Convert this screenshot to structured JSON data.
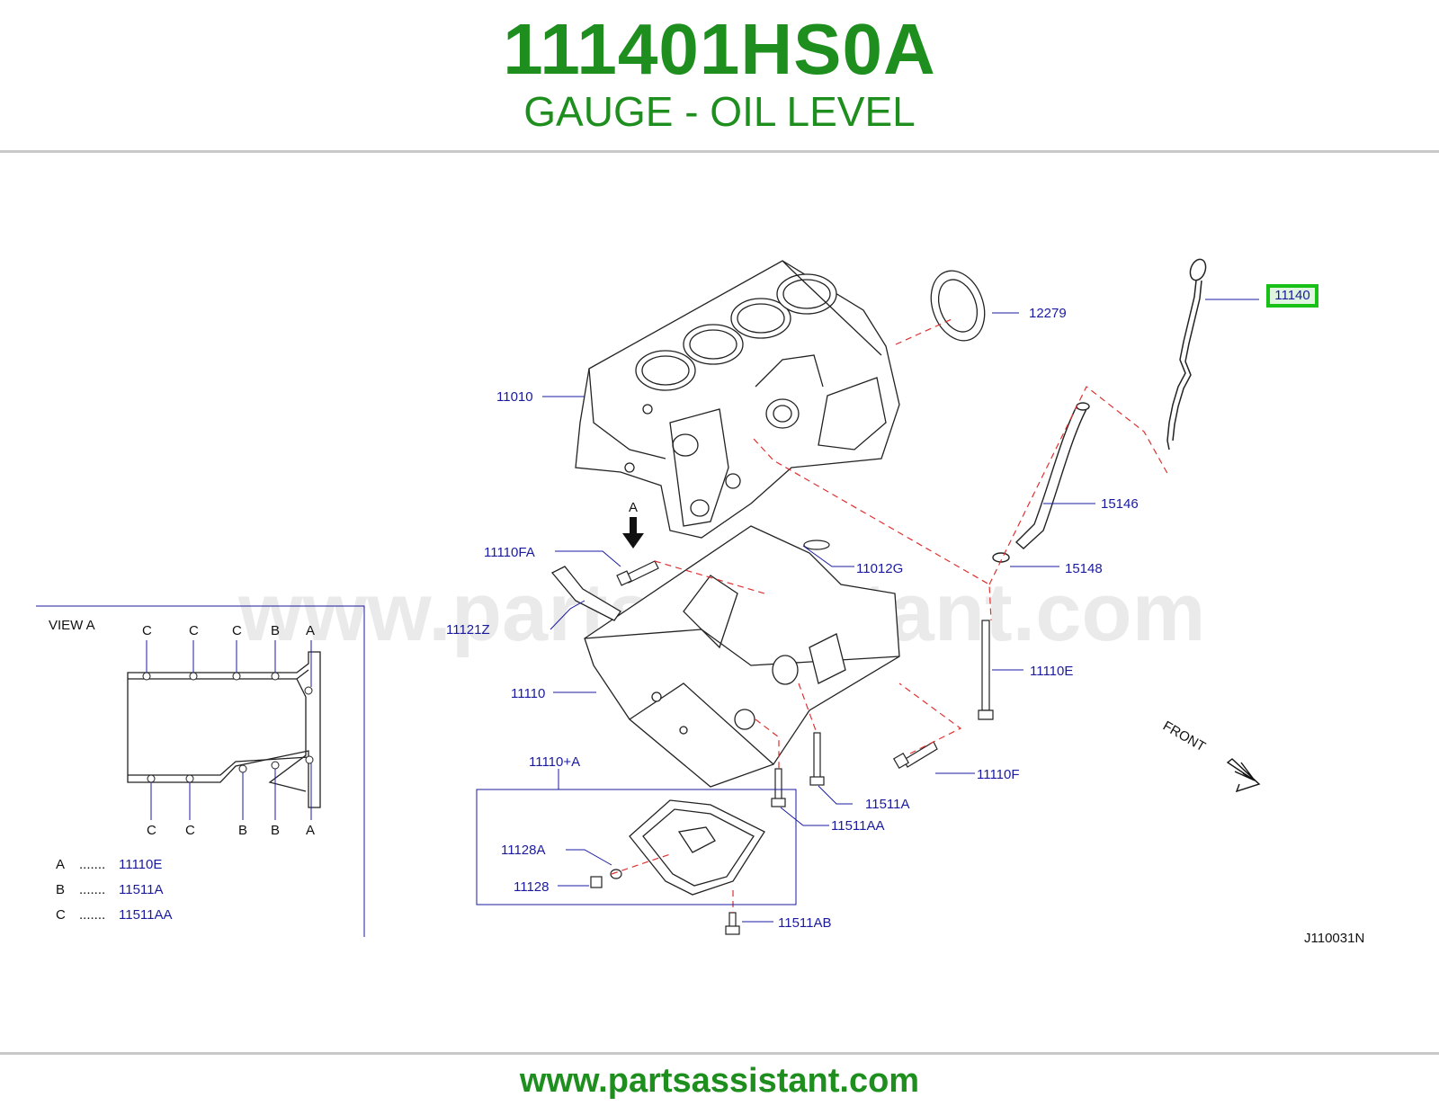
{
  "header": {
    "part_number": "111401HS0A",
    "part_name": "GAUGE - OIL LEVEL"
  },
  "footer": {
    "url": "www.partsassistant.com"
  },
  "watermark": "www.partsassistant.com",
  "diagram": {
    "code": "J110031N",
    "front_label": "FRONT",
    "highlighted_part": "11140",
    "callouts": {
      "c12279": "12279",
      "c11010": "11010",
      "c15146": "15146",
      "c11110FA": "11110FA",
      "c11012G": "11012G",
      "c15148": "15148",
      "c11121Z": "11121Z",
      "c11110E": "11110E",
      "c11110": "11110",
      "c11110F": "11110F",
      "c11110A": "11110+A",
      "c11511A": "11511A",
      "c11511AA": "11511AA",
      "c11128A": "11128A",
      "c11128": "11128",
      "c11511AB": "11511AB",
      "arrowA": "A"
    },
    "view": {
      "title": "VIEW   A",
      "top_letters": [
        "C",
        "C",
        "C",
        "B",
        "A"
      ],
      "bottom_letters": [
        "C",
        "C",
        "B",
        "B",
        "A"
      ],
      "legend": [
        {
          "key": "A",
          "dots": ".......",
          "part": "11110E"
        },
        {
          "key": "B",
          "dots": ".......",
          "part": "11511A"
        },
        {
          "key": "C",
          "dots": ".......",
          "part": "11511AA"
        }
      ]
    }
  },
  "colors": {
    "brand_green": "#1e8f1e",
    "label_blue": "#1a1aa0",
    "highlight_green": "#18c018",
    "dash_red": "#e03030"
  }
}
